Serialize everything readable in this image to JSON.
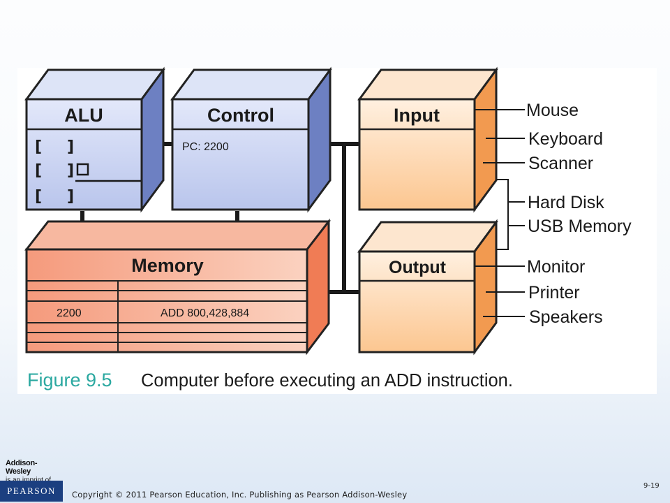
{
  "diagram": {
    "units": {
      "alu": "ALU",
      "control": "Control",
      "input": "Input",
      "output": "Output",
      "memory": "Memory"
    },
    "alu_registers": [
      "[",
      "]",
      "[",
      "]",
      "[",
      "]"
    ],
    "control_value": "PC: 2200",
    "memory_row": {
      "address": "2200",
      "contents": "ADD 800,428,884"
    },
    "devices": [
      "Mouse",
      "Keyboard",
      "Scanner",
      "Hard Disk",
      "USB Memory",
      "Monitor",
      "Printer",
      "Speakers"
    ],
    "caption": {
      "number": "Figure 9.5",
      "text": "Computer before executing an ADD instruction."
    },
    "colors": {
      "blue_front": "#c4cff0",
      "blue_side": "#6a7fc0",
      "orange_front": "#fcc896",
      "orange_side": "#f29a50",
      "salmon_front": "#f5a68a",
      "salmon_side": "#f2845e",
      "caption_figure": "#2aa8a0"
    }
  },
  "footer": {
    "publisher_name": "Addison-Wesley",
    "publisher_imprint": "is an imprint of",
    "pearson_logo": "PEARSON",
    "copyright": "Copyright © 2011 Pearson Education, Inc. Publishing as Pearson Addison-Wesley",
    "slide_number": "9-19"
  }
}
